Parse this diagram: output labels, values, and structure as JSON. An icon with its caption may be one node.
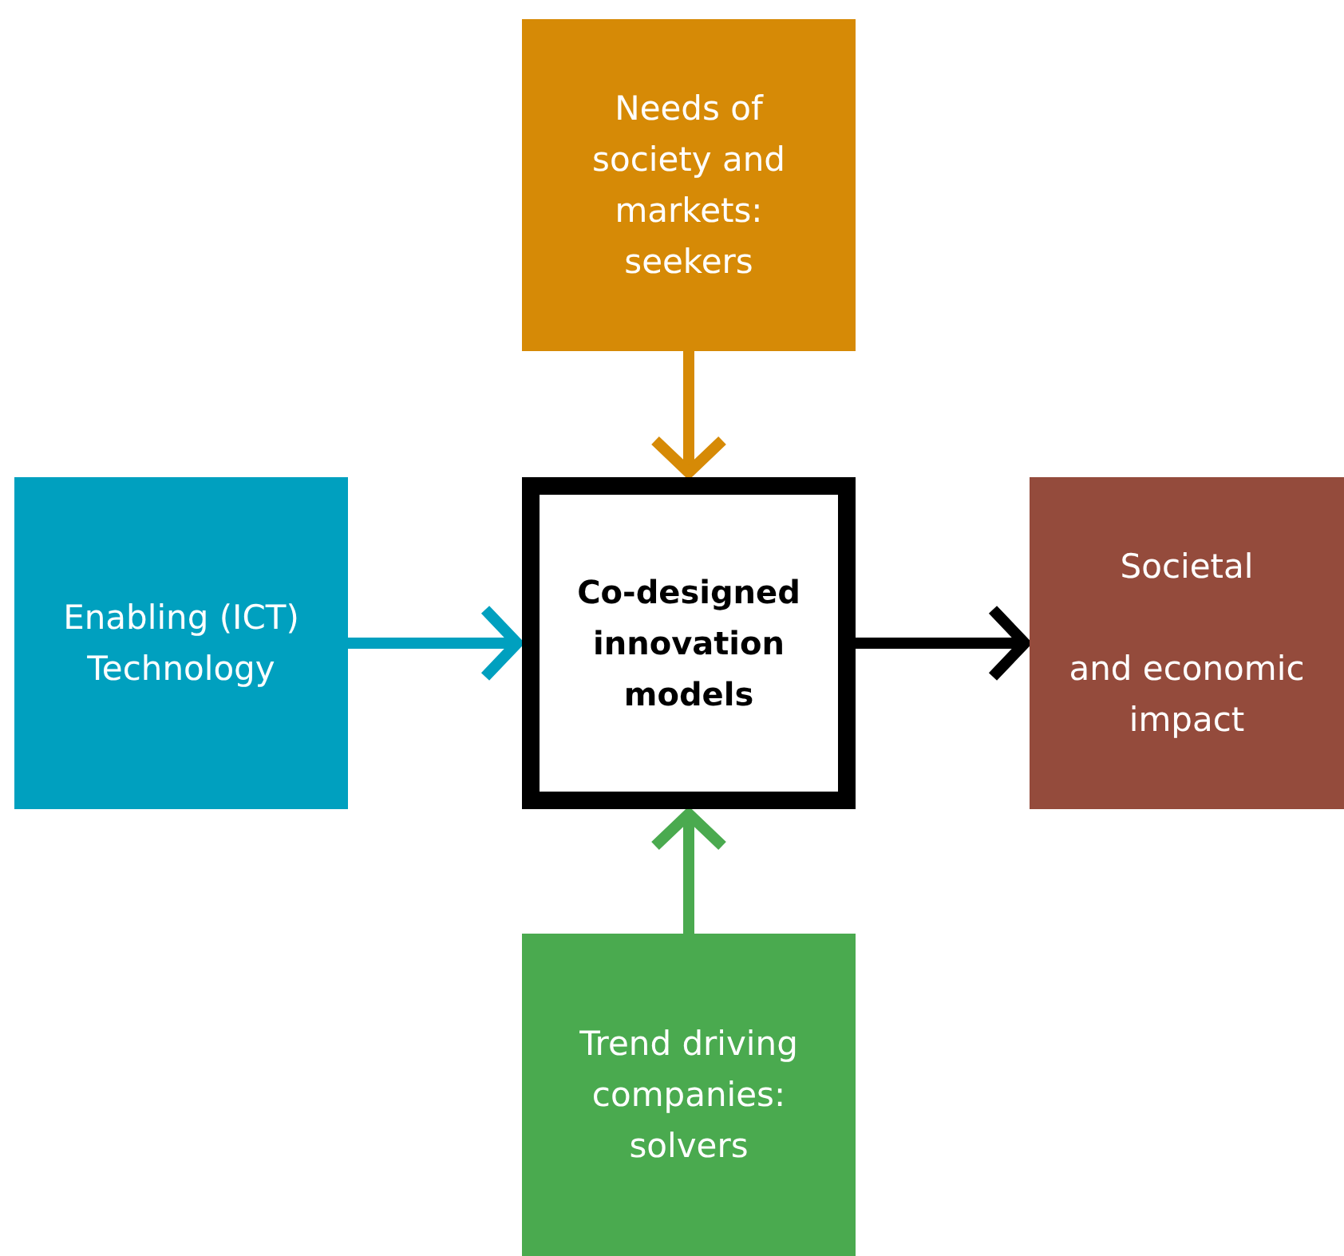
{
  "diagram": {
    "nodes": [
      {
        "text": [
          "Needs of society and markets: seekers"
        ]
      },
      {
        "text": [
          "Enabling (ICT) Technology"
        ]
      },
      {
        "text": [
          "Co-designed innovation models"
        ]
      },
      {
        "text": [
          "Societal",
          "and economic impact"
        ]
      },
      {
        "text": [
          "Trend driving companies: solvers"
        ]
      }
    ],
    "edges": [
      {
        "from": 0,
        "to": 2,
        "arrow": "to",
        "color": "#d68a06"
      },
      {
        "from": 1,
        "to": 2,
        "arrow": "to",
        "color": "#00a0bf"
      },
      {
        "from": 4,
        "to": 2,
        "arrow": "to",
        "color": "#4aaa4f"
      },
      {
        "from": 2,
        "to": 3,
        "arrow": "to",
        "color": "#000000"
      }
    ]
  }
}
